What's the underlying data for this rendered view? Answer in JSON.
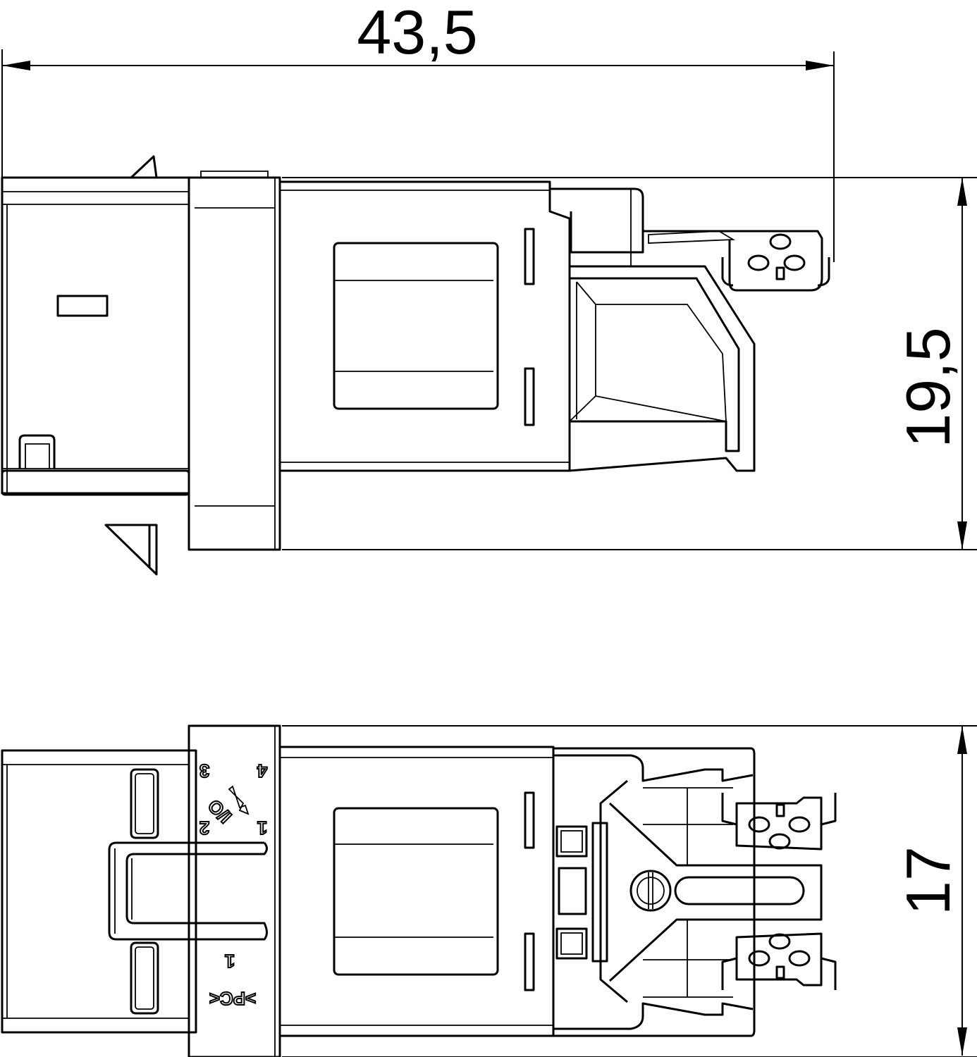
{
  "dimensions": {
    "length": "43,5",
    "height_side": "19,5",
    "width_bottom": "17"
  },
  "markings": {
    "pin_4": "4",
    "pin_3": "3",
    "io_symbol": "I/O",
    "pin_1_top": "1",
    "pin_2": "2",
    "pin_1_bottom": "1",
    "pc_label": ">PC<"
  },
  "colors": {
    "line": "#000000",
    "background": "#ffffff"
  }
}
